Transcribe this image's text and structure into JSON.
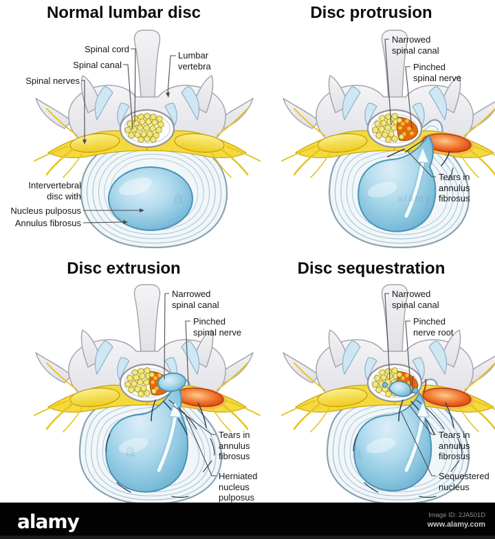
{
  "panels": [
    {
      "id": "normal",
      "title": "Normal lumbar disc",
      "labels": [
        {
          "id": "spinal-cord",
          "text": "Spinal cord"
        },
        {
          "id": "spinal-canal",
          "text": "Spinal canal"
        },
        {
          "id": "spinal-nerves",
          "text": "Spinal nerves"
        },
        {
          "id": "lumbar-vertebra",
          "text": "Lumbar\nvertebra"
        },
        {
          "id": "intervertebral-disc",
          "text": "Intervertebral\ndisc with"
        },
        {
          "id": "nucleus-pulposus",
          "text": "Nucleus pulposus"
        },
        {
          "id": "annulus-fibrosus",
          "text": "Annulus fibrosus"
        }
      ]
    },
    {
      "id": "protrusion",
      "title": "Disc protrusion",
      "labels": [
        {
          "id": "narrowed-spinal-canal",
          "text": "Narrowed\nspinal canal"
        },
        {
          "id": "pinched-spinal-nerve",
          "text": "Pinched\nspinal nerve"
        },
        {
          "id": "tears-annulus",
          "text": "Tears in\nannulus\nfibrosus"
        }
      ]
    },
    {
      "id": "extrusion",
      "title": "Disc extrusion",
      "labels": [
        {
          "id": "narrowed-spinal-canal",
          "text": "Narrowed\nspinal canal"
        },
        {
          "id": "pinched-spinal-nerve",
          "text": "Pinched\nspinal nerve"
        },
        {
          "id": "tears-annulus",
          "text": "Tears in\nannulus\nfibrosus"
        },
        {
          "id": "herniated-nucleus",
          "text": "Herniated\nnucleus\npulposus"
        }
      ]
    },
    {
      "id": "sequestration",
      "title": "Disc sequestration",
      "labels": [
        {
          "id": "narrowed-spinal-canal",
          "text": "Narrowed\nspinal canal"
        },
        {
          "id": "pinched-nerve-root",
          "text": "Pinched\nnerve root"
        },
        {
          "id": "tears-annulus",
          "text": "Tears in\nannulus\nfibrosus"
        },
        {
          "id": "sequestered-nucleus",
          "text": "Sequestered\nnucleus"
        }
      ]
    }
  ],
  "bar": {
    "brand": "alamy",
    "image_id": "Image ID: 2JA501D",
    "website": "www.alamy.com"
  },
  "watermarks": [
    {
      "text": "a"
    },
    {
      "text": "alamy"
    },
    {
      "text": "a"
    },
    {
      "text": "a"
    }
  ],
  "colors": {
    "background": "#ffffff",
    "bar_background": "#030303",
    "bone": "#ececf0",
    "facet_blue": "#cfe6f3",
    "nerve_yellow": "#f4da3d",
    "pinched_orange": "#e5571a",
    "annulus_ring": "#abc5d4",
    "nucleus_blue": "#84c2dd",
    "canal_dots_yellow": "#f2e87c",
    "canal_dots_orange": "#e2690f",
    "label_text": "#161616",
    "leader_line": "#4a4a4a"
  }
}
